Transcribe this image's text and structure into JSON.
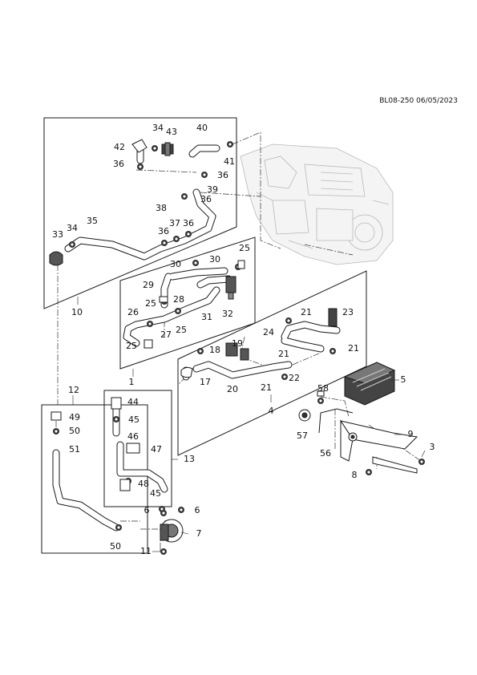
{
  "document_code": "BL08-250 06/05/2023",
  "callouts": [
    "1",
    "3",
    "4",
    "5",
    "6",
    "6",
    "7",
    "8",
    "9",
    "10",
    "11",
    "12",
    "13",
    "17",
    "18",
    "19",
    "20",
    "21",
    "21",
    "21",
    "21",
    "22",
    "23",
    "24",
    "25",
    "25",
    "25",
    "25",
    "26",
    "27",
    "28",
    "29",
    "30",
    "30",
    "31",
    "32",
    "33",
    "34",
    "34",
    "35",
    "36",
    "36",
    "36",
    "36",
    "36",
    "37",
    "38",
    "39",
    "40",
    "41",
    "42",
    "43",
    "44",
    "45",
    "45",
    "46",
    "47",
    "48",
    "49",
    "50",
    "50",
    "51",
    "56",
    "57",
    "58"
  ],
  "colors": {
    "line": "#1a1a1a",
    "part_fill": "#ffffff",
    "shade": "#cfcfcf",
    "ghost": "#b5b5b5"
  }
}
